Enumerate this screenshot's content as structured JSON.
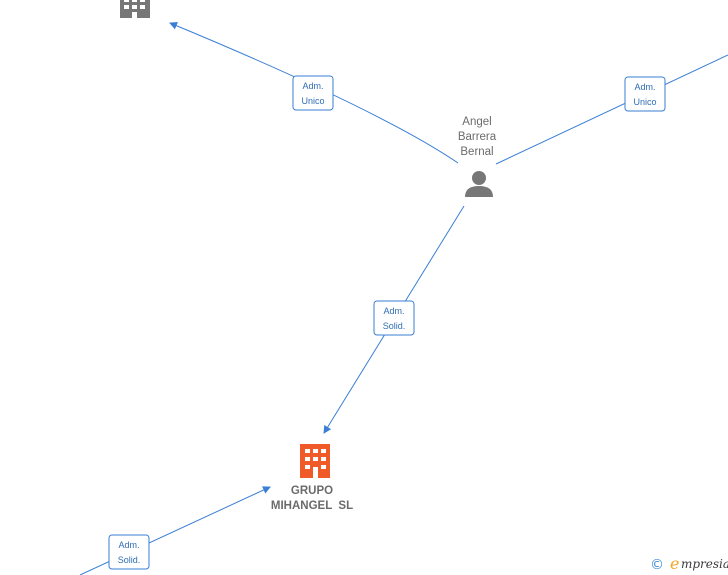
{
  "nodes": {
    "person": {
      "lines": [
        "Angel",
        "Barrera",
        "Bernal"
      ],
      "icon": "person-icon",
      "color": "#777777"
    },
    "company_main": {
      "lines": [
        "GRUPO",
        "MIHANGEL  SL"
      ],
      "icon": "building-icon",
      "color": "#f05a28"
    },
    "company_top": {
      "icon": "building-icon",
      "color": "#777777"
    }
  },
  "edges": [
    {
      "id": "person-to-company-top",
      "label": [
        "Adm.",
        "Unico"
      ]
    },
    {
      "id": "person-to-offscreen-right",
      "label": [
        "Adm.",
        "Unico"
      ]
    },
    {
      "id": "person-to-company-main",
      "label": [
        "Adm.",
        "Solid."
      ]
    },
    {
      "id": "offscreen-to-company-main",
      "label": [
        "Adm.",
        "Solid."
      ]
    }
  ],
  "colors": {
    "edge": "#3a7fd5",
    "label_border": "#3a7fd5"
  },
  "footer": {
    "copyright": "©",
    "brand_initial": "e",
    "brand_rest": "mpresia"
  }
}
